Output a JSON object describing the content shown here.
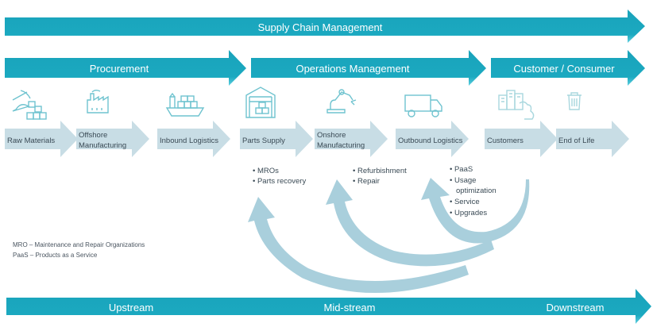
{
  "colors": {
    "band": "#1fa8bf",
    "band_light": "#4cc4d6",
    "step": "#c8dde5",
    "arc": "#a9cfdc",
    "icon": "#6fc3cf"
  },
  "top_band": {
    "label": "Supply Chain Management"
  },
  "phases": [
    {
      "label": "Procurement"
    },
    {
      "label": "Operations Management"
    },
    {
      "label": "Customer / Consumer"
    }
  ],
  "steps": [
    {
      "line1": "Raw Materials",
      "line2": "",
      "icon": "mining-pickaxe-crates-icon"
    },
    {
      "line1": "Offshore",
      "line2": "Manufacturing",
      "icon": "factory-icon"
    },
    {
      "line1": "Inbound Logistics",
      "line2": "",
      "icon": "cargo-ship-icon"
    },
    {
      "line1": "Parts Supply",
      "line2": "",
      "icon": "warehouse-icon"
    },
    {
      "line1": "Onshore",
      "line2": "Manufacturing",
      "icon": "robotic-arm-icon"
    },
    {
      "line1": "Outbound Logistics",
      "line2": "",
      "icon": "delivery-truck-icon"
    },
    {
      "line1": "Customers",
      "line2": "",
      "icon": "city-buildings-icon"
    },
    {
      "line1": "End of Life",
      "line2": "",
      "icon": "trash-can-icon"
    }
  ],
  "bullets": {
    "parts": [
      "MROs",
      "Parts recovery"
    ],
    "manufacturing": [
      "Refurbishment",
      "Repair"
    ],
    "customer": [
      "PaaS",
      "Usage",
      "optimization",
      "Service",
      "Upgrades"
    ]
  },
  "notes": [
    "MRO – Maintenance and Repair Organizations",
    "PaaS – Products as a Service"
  ],
  "bottom_band": {
    "labels": [
      "Upstream",
      "Mid-stream",
      "Downstream"
    ]
  }
}
